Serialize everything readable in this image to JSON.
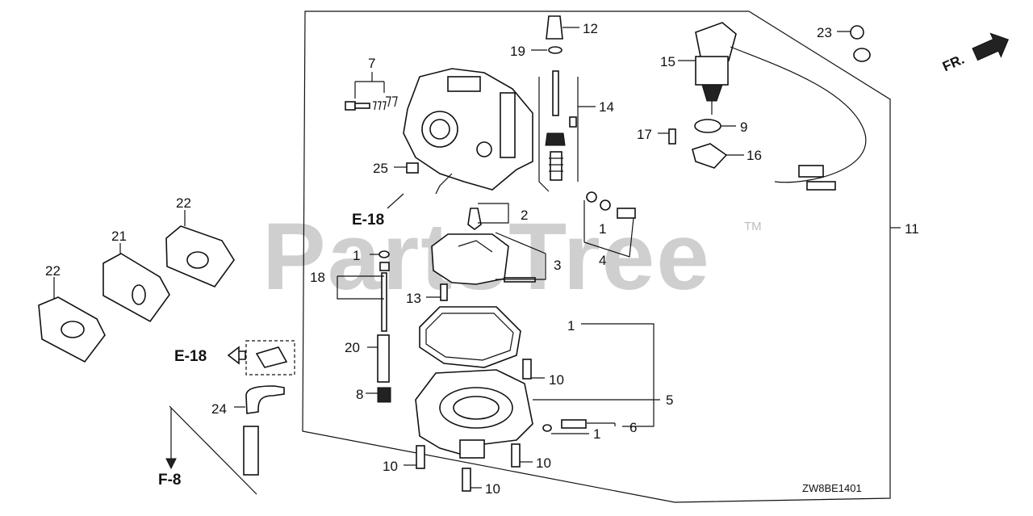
{
  "diagram": {
    "diagram_code": "ZW8BE1401",
    "watermark": {
      "text": "PartsTree",
      "tm": "TM"
    },
    "direction_marker": {
      "text": "FR."
    },
    "part_labels": [
      {
        "text": "1"
      },
      {
        "text": "2"
      },
      {
        "text": "3"
      },
      {
        "text": "4"
      },
      {
        "text": "5"
      },
      {
        "text": "6"
      },
      {
        "text": "7"
      },
      {
        "text": "8"
      },
      {
        "text": "9"
      },
      {
        "text": "10"
      },
      {
        "text": "11"
      },
      {
        "text": "12"
      },
      {
        "text": "13"
      },
      {
        "text": "14"
      },
      {
        "text": "15"
      },
      {
        "text": "16"
      },
      {
        "text": "17"
      },
      {
        "text": "18"
      },
      {
        "text": "19"
      },
      {
        "text": "20"
      },
      {
        "text": "21"
      },
      {
        "text": "22"
      },
      {
        "text": "23"
      },
      {
        "text": "24"
      },
      {
        "text": "25"
      }
    ],
    "refs": {
      "e18": "E-18",
      "f8": "F-8"
    }
  }
}
